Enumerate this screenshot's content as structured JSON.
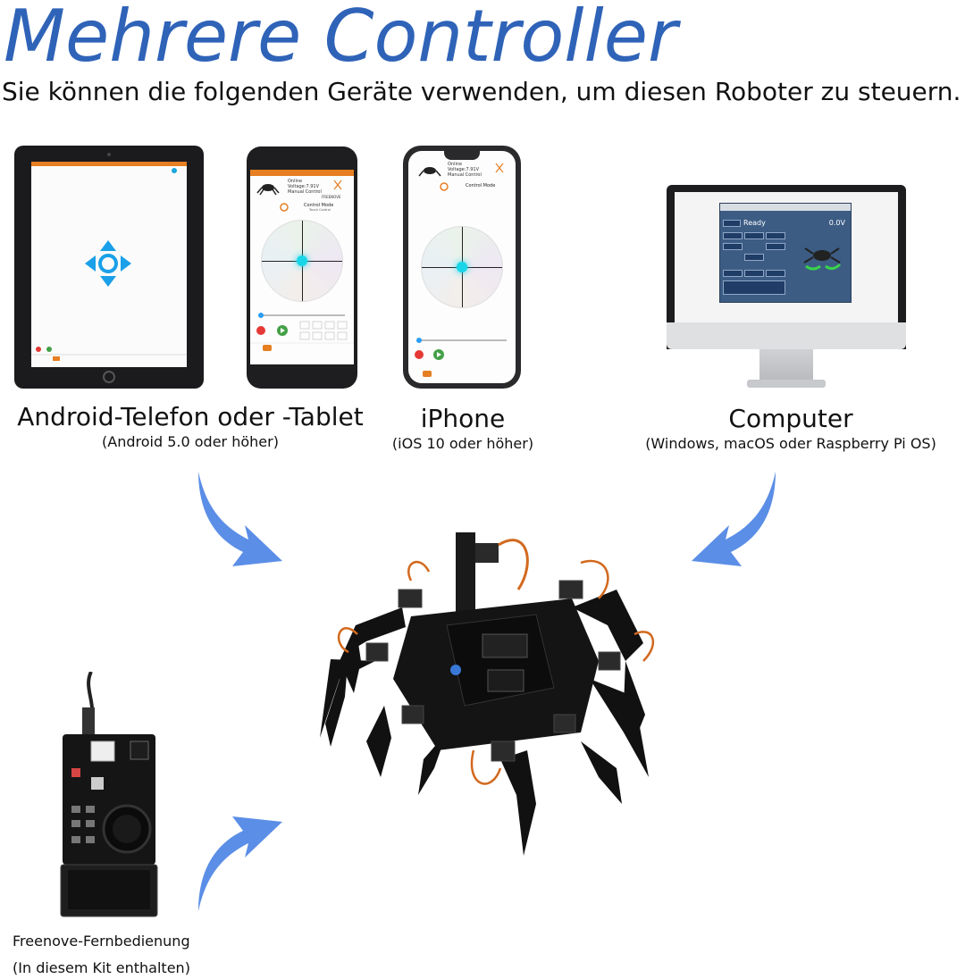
{
  "header": {
    "title": "Mehrere Controller",
    "subtitle": "Sie können die folgenden Geräte verwenden, um diesen Roboter zu steuern."
  },
  "devices": {
    "android": {
      "name": "Android-Telefon oder -Tablet",
      "note": "(Android 5.0 oder höher)"
    },
    "iphone": {
      "name": "iPhone",
      "note": "(iOS 10 oder höher)"
    },
    "computer": {
      "name": "Computer",
      "note": "(Windows, macOS oder Raspberry Pi OS)"
    },
    "remote": {
      "name": "Freenove-Fernbedienung",
      "note": "(In diesem Kit enthalten)"
    }
  },
  "phone_app": {
    "status_online": "Online",
    "status_voltage": "Voltage:7.91V",
    "status_mode": "Manual Control",
    "mode_title": "Control Mode",
    "mode_sub": "Touch Control",
    "brand": "FREENOVE"
  },
  "computer_app": {
    "ready": "Ready",
    "voltage": "0.0V"
  },
  "colors": {
    "title": "#2f63b8",
    "arrow": "#5b8ee6",
    "accent": "#e67e22"
  }
}
